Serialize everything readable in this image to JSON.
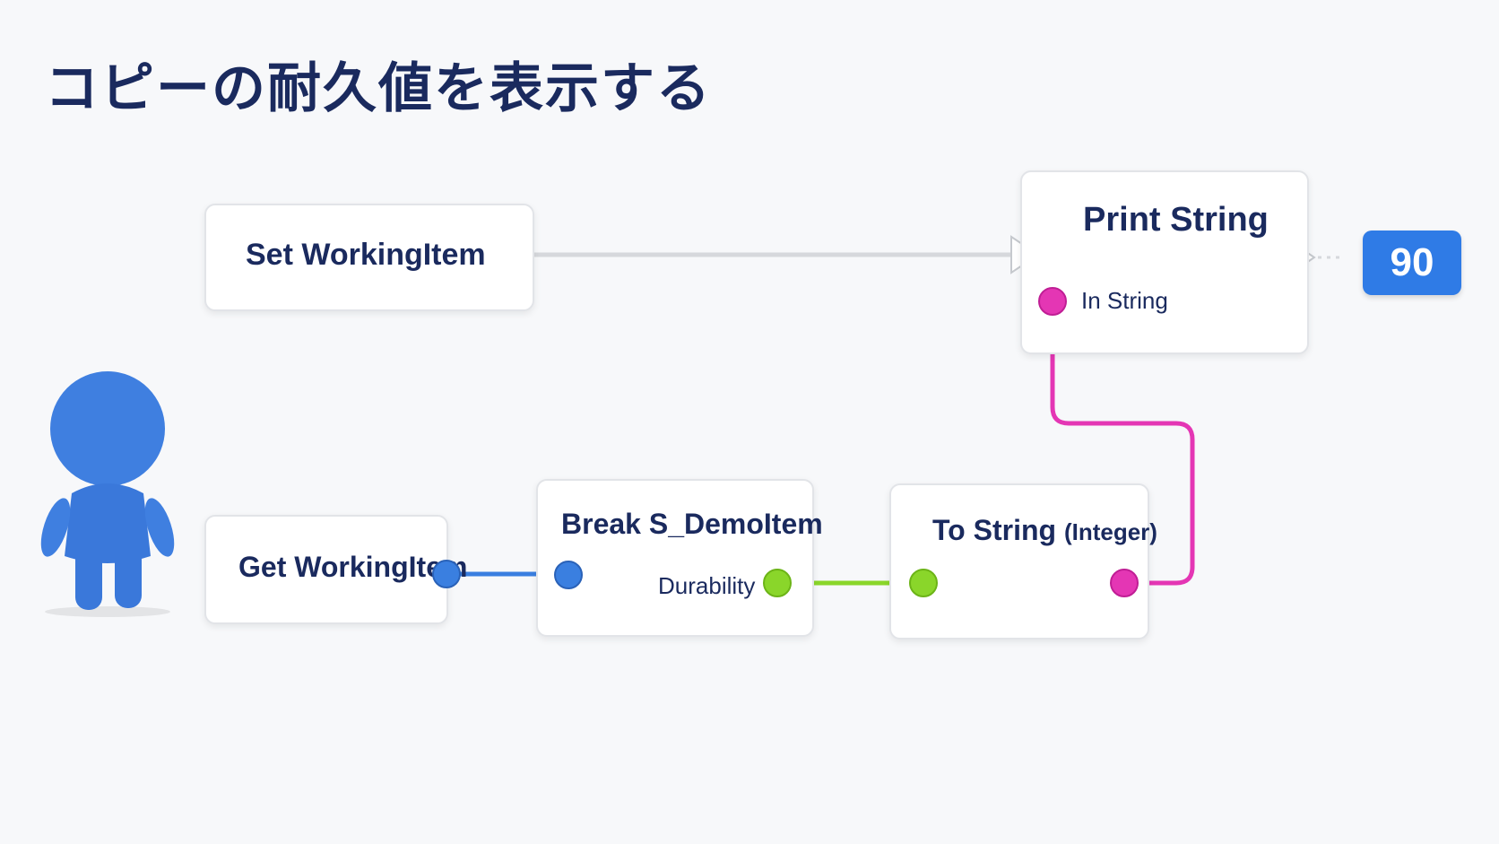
{
  "title": "コピーの耐久値を表示する",
  "nodes": {
    "set_working_item": {
      "title": "Set WorkingItem"
    },
    "print_string": {
      "title": "Print String",
      "input_label": "In String"
    },
    "get_working_item": {
      "title": "Get WorkingItem"
    },
    "break_demo_item": {
      "title": "Break S_DemoItem",
      "output_label": "Durability"
    },
    "to_string": {
      "title": "To String",
      "title_suffix": "(Integer)"
    }
  },
  "output_value": "90",
  "colors": {
    "title": "#1a2a5e",
    "exec_wire": "#d0d2d6",
    "struct_wire": "#3a7fe0",
    "integer_wire": "#8ad62a",
    "string_wire": "#e436b4",
    "badge": "#2f7be6",
    "figure": "#3f7fe0"
  }
}
